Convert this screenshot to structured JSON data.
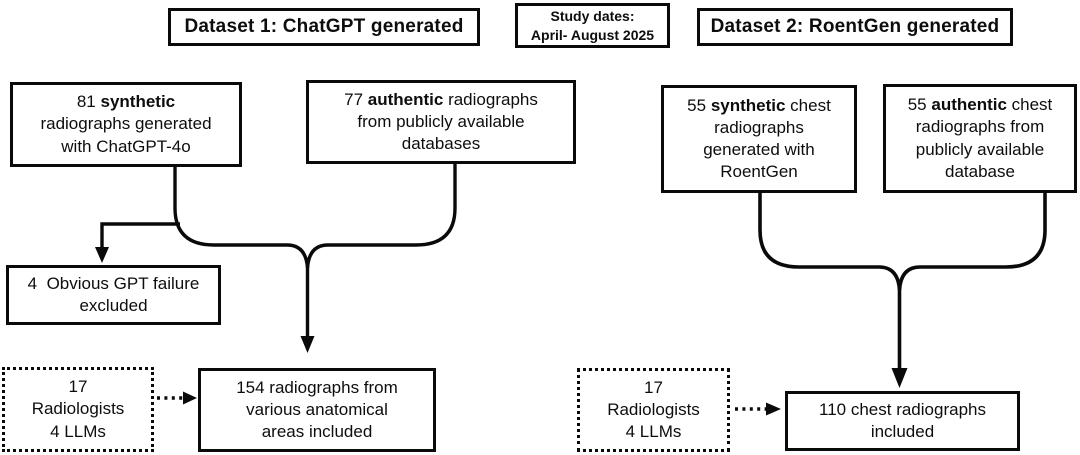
{
  "headers": {
    "dataset1": "Dataset 1: ChatGPT generated",
    "study_dates": "Study dates:\nApril- August 2025",
    "dataset2": "Dataset 2: RoentGen generated"
  },
  "dataset1": {
    "synthetic_box": {
      "pre": "81 ",
      "bold": "synthetic",
      "post": "\nradiographs generated\nwith ChatGPT-4o"
    },
    "authentic_box": {
      "pre": "77 ",
      "bold": "authentic",
      "post": " radiographs\nfrom publicly available\ndatabases"
    },
    "excluded_box": {
      "text": "4  Obvious GPT failure\nexcluded"
    },
    "readers_box": {
      "text": "17\nRadiologists\n4 LLMs"
    },
    "included_box": {
      "text": "154 radiographs from\nvarious anatomical\nareas included"
    }
  },
  "dataset2": {
    "synthetic_box": {
      "pre": "55 ",
      "bold": "synthetic",
      "post": " chest\nradiographs\ngenerated with\nRoentGen"
    },
    "authentic_box": {
      "pre": "55 ",
      "bold": "authentic",
      "post": " chest\nradiographs from\npublicly available\ndatabase"
    },
    "readers_box": {
      "text": "17\nRadiologists\n4 LLMs"
    },
    "included_box": {
      "text": "110 chest radiographs\nincluded"
    }
  },
  "colors": {
    "line": "#0a0a0a",
    "box_border": "#0a0a0a",
    "background": "#ffffff",
    "text": "#0d0d0d"
  }
}
